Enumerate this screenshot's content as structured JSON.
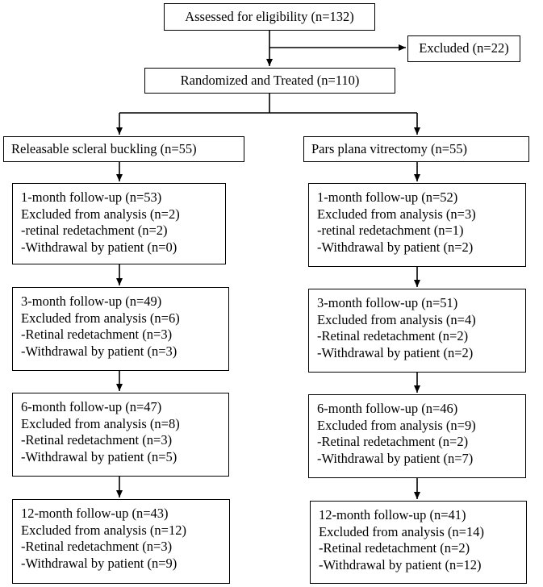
{
  "assessed": {
    "text": "Assessed for eligibility (n=132)"
  },
  "excluded": {
    "text": "Excluded (n=22)"
  },
  "randomized": {
    "text": "Randomized and Treated (n=110)"
  },
  "arms": [
    {
      "name": "Releasable scleral buckling (n=55)",
      "followups": [
        [
          "1-month follow-up (n=53)",
          "Excluded from analysis (n=2)",
          "-retinal redetachment (n=2)",
          "-Withdrawal by patient (n=0)"
        ],
        [
          "3-month follow-up (n=49)",
          "Excluded from analysis (n=6)",
          "-Retinal redetachment (n=3)",
          "-Withdrawal by patient (n=3)"
        ],
        [
          "6-month follow-up (n=47)",
          "Excluded from analysis (n=8)",
          "-Retinal redetachment (n=3)",
          "-Withdrawal by patient (n=5)"
        ],
        [
          "12-month follow-up (n=43)",
          "Excluded from analysis (n=12)",
          "-Retinal redetachment (n=3)",
          "-Withdrawal by patient (n=9)"
        ]
      ]
    },
    {
      "name": "Pars plana vitrectomy (n=55)",
      "followups": [
        [
          "1-month follow-up (n=52)",
          "Excluded from analysis (n=3)",
          "-retinal redetachment (n=1)",
          "-Withdrawal by patient (n=2)"
        ],
        [
          "3-month follow-up (n=51)",
          "Excluded from analysis (n=4)",
          "-Retinal redetachment (n=2)",
          "-Withdrawal by patient (n=2)"
        ],
        [
          "6-month follow-up (n=46)",
          "Excluded from analysis (n=9)",
          "-Retinal redetachment (n=2)",
          "-Withdrawal by patient (n=7)"
        ],
        [
          "12-month follow-up (n=41)",
          "Excluded from analysis (n=14)",
          "-Retinal redetachment (n=2)",
          "-Withdrawal by patient (n=12)"
        ]
      ]
    }
  ]
}
